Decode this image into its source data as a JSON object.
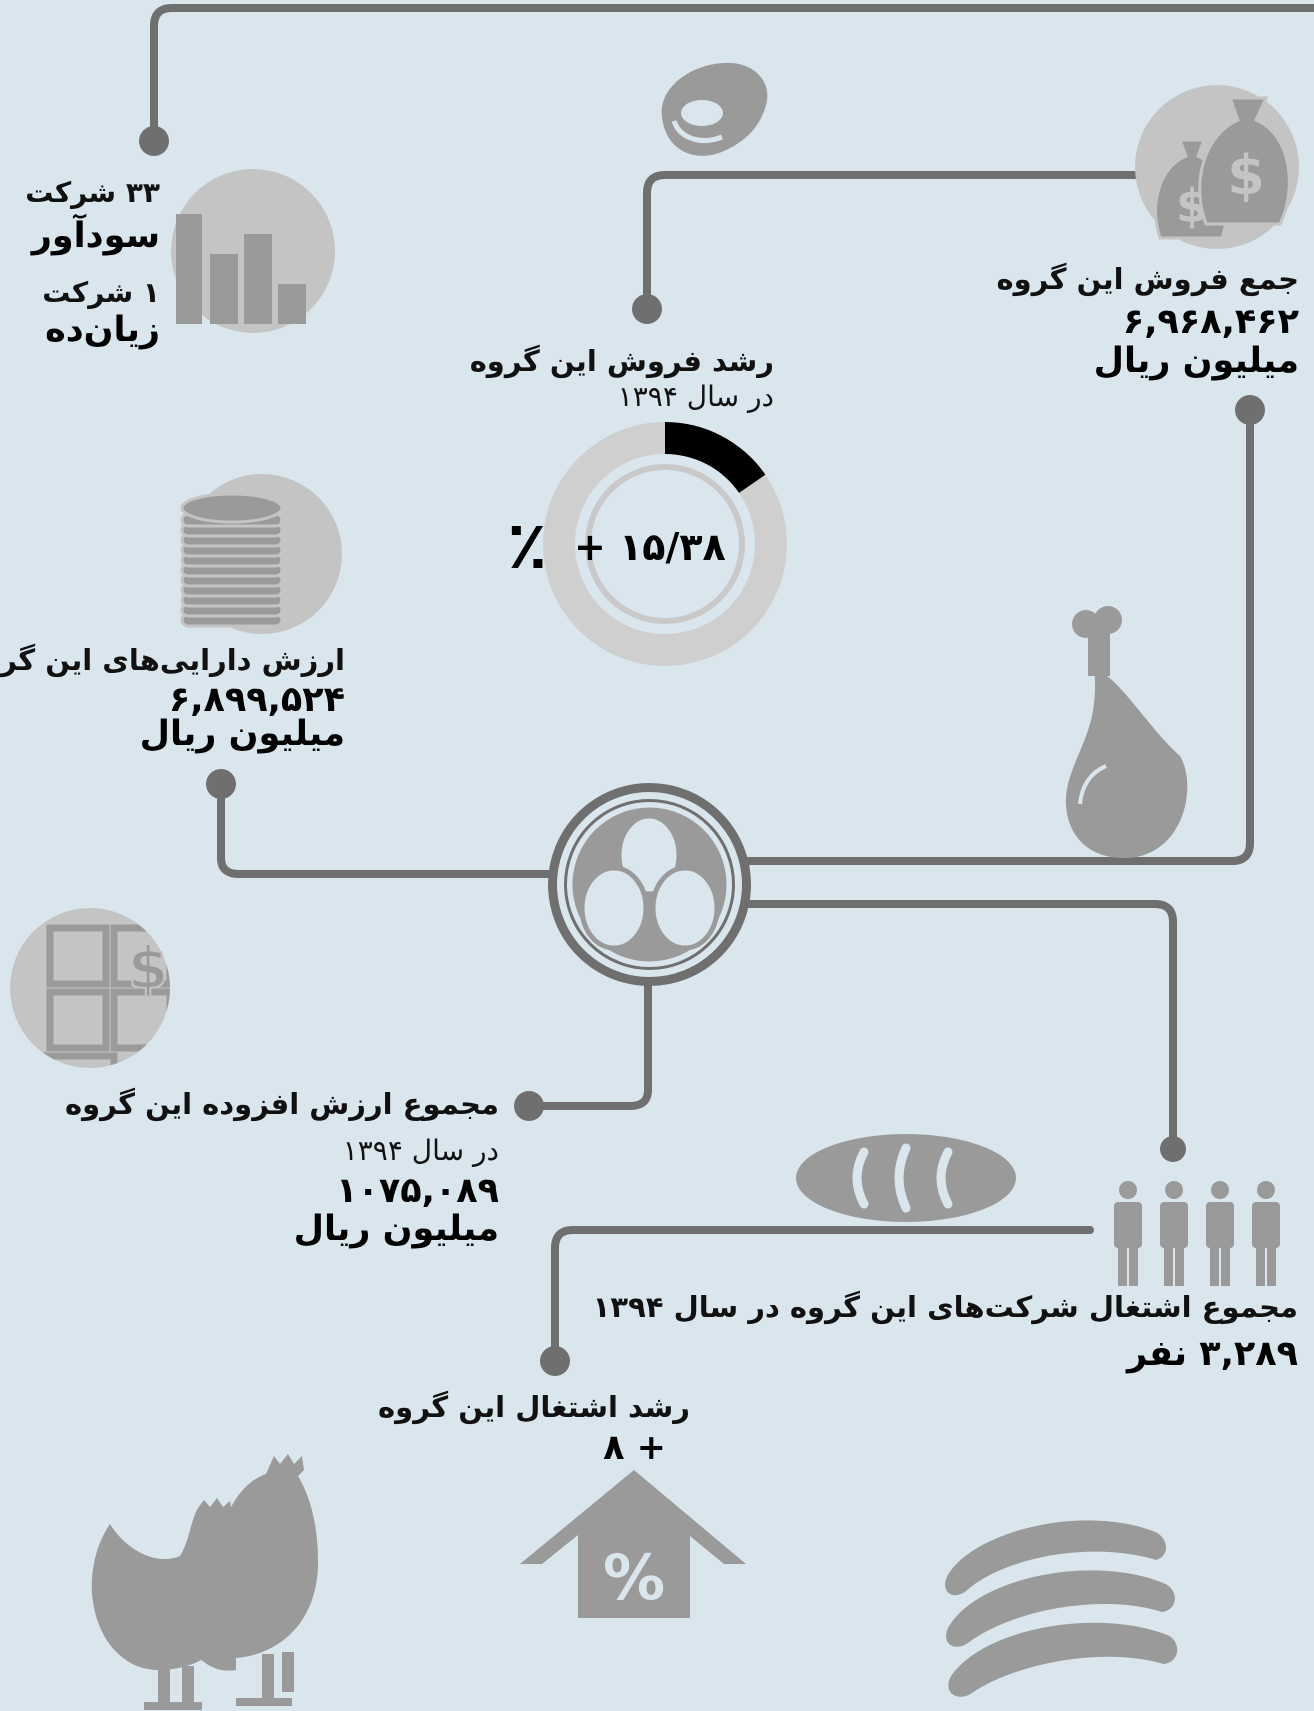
{
  "colors": {
    "background": "#d9e6ee",
    "line": "#6f6f6f",
    "icon_dark": "#9a9a9a",
    "icon_light": "#c4c4c4",
    "donut_track": "#cfcfcf",
    "donut_fill": "#000000"
  },
  "profit": {
    "profitable_count": "۳۳ شرکت",
    "profitable_label": "سودآور",
    "loss_count": "۱ شرکت",
    "loss_label": "زیان‌ده",
    "icon": "bar-chart-icon"
  },
  "sales_total": {
    "title": "جمع فروش این گروه",
    "value": "۶,۹۶۸,۴۶۲",
    "unit": "میلیون ریال",
    "icon": "money-bags-icon"
  },
  "sales_growth": {
    "title_line1": "رشد فروش این گروه",
    "title_line2": "در سال ۱۳۹۴",
    "value": "+ ۱۵/۳۸",
    "percent_sign": "٪",
    "fraction": 0.1538,
    "icon": "steak-icon"
  },
  "assets": {
    "title": "ارزش دارایی‌های این گروه",
    "value": "۶,۸۹۹,۵۲۴",
    "unit": "میلیون ریال",
    "icon": "coin-stack-icon"
  },
  "center": {
    "icon": "eggs-icon"
  },
  "value_added": {
    "title_line1": "مجموع ارزش افزوده این گروه",
    "title_line2": "در سال ۱۳۹۴",
    "value": "۱۰۷۵,۰۸۹",
    "unit": "میلیون ریال",
    "icon": "money-grid-icon"
  },
  "employment": {
    "title": "مجموع اشتغال شرکت‌های این گروه در سال ۱۳۹۴",
    "value": "۳,۲۸۹ نفر",
    "icon": "people-icon"
  },
  "employment_growth": {
    "title": "رشد اشتغال این گروه",
    "value": "+ ۸",
    "icon": "house-percent-icon"
  },
  "decor": {
    "chicken_leg": "chicken-leg-icon",
    "bread": "bread-icon",
    "hens": "hens-icon",
    "sausages": "sausages-icon"
  }
}
